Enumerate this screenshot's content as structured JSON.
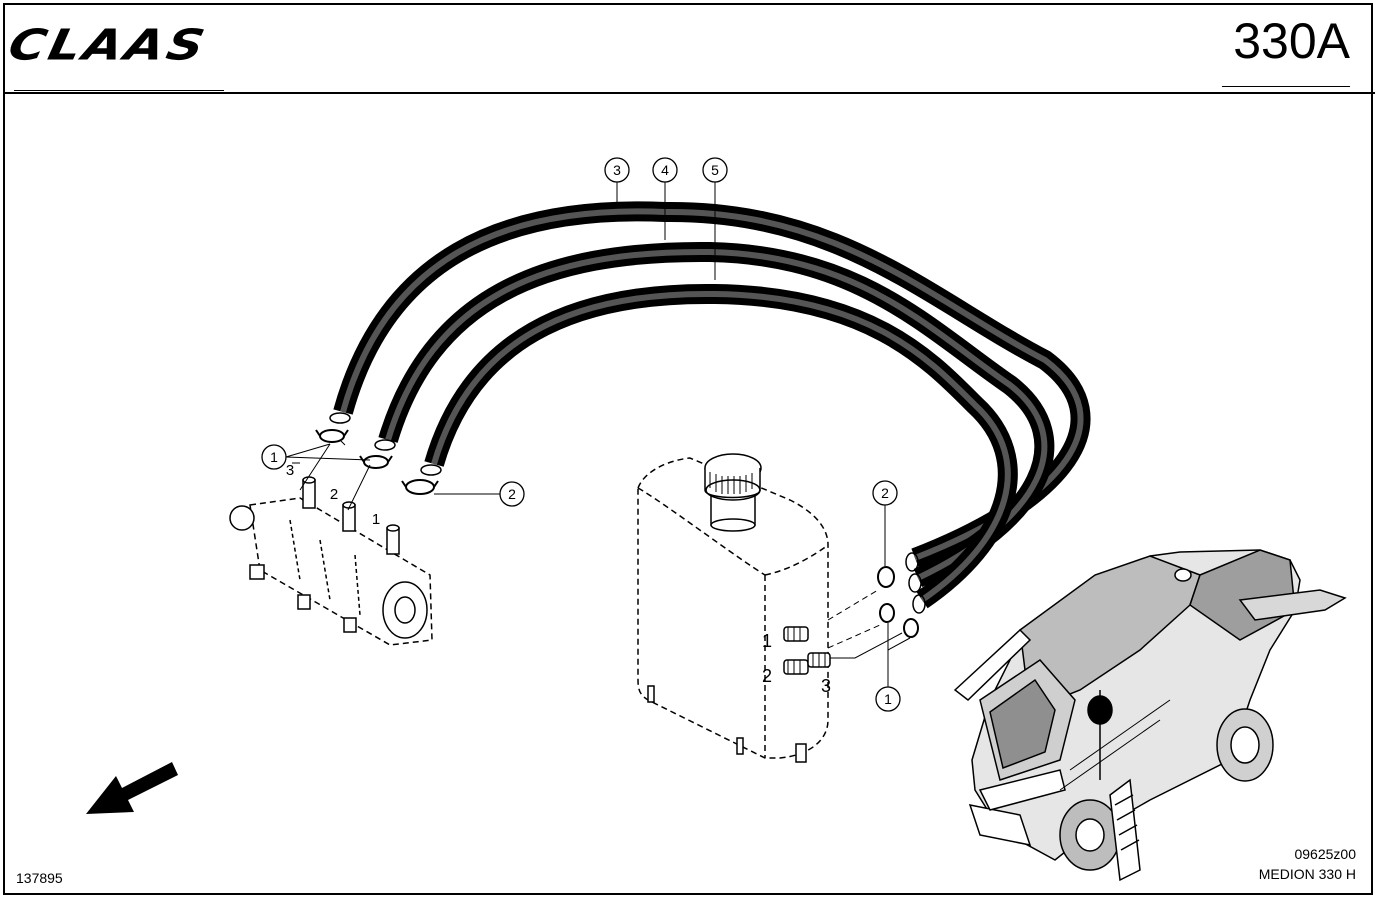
{
  "header": {
    "brand": "CLAAS",
    "page_code": "330A"
  },
  "callouts": {
    "hose_3": "3",
    "hose_4": "4",
    "hose_5": "5",
    "clamp_left_1": "1",
    "clamp_left_2": "2",
    "clamp_right_2": "2",
    "clamp_right_1": "1"
  },
  "port_labels": {
    "pump_3": "3",
    "pump_2": "2",
    "pump_1": "1",
    "tank_1": "1",
    "tank_2": "2",
    "tank_3": "3"
  },
  "footer": {
    "drawing_number": "137895",
    "reference_code": "09625z00",
    "model": "MEDION 330 H"
  }
}
